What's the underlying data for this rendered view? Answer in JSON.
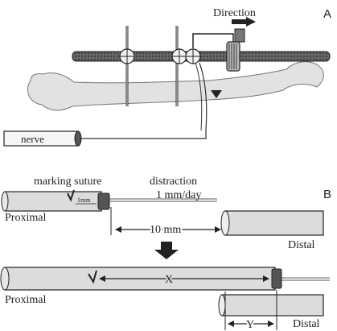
{
  "panel_a": {
    "letter": "A",
    "direction_label": "Direction",
    "nerve_label": "nerve"
  },
  "panel_b": {
    "letter": "B",
    "marking_suture_label": "marking suture",
    "mm_label": "1mm",
    "distraction_label": "distraction",
    "rate_label": "1 mm/day",
    "gap_label": "10 mm",
    "proximal_label_top": "Proximal",
    "distal_label_top": "Distal",
    "x_label": "X",
    "proximal_label_bottom": "Proximal",
    "y_label": "Y",
    "distal_label_bottom": "Distal"
  },
  "colors": {
    "tube_fill": "#dcdcdc",
    "bone_fill": "#e2e2e2",
    "rod_fill": "#555555",
    "stroke": "#222222"
  }
}
